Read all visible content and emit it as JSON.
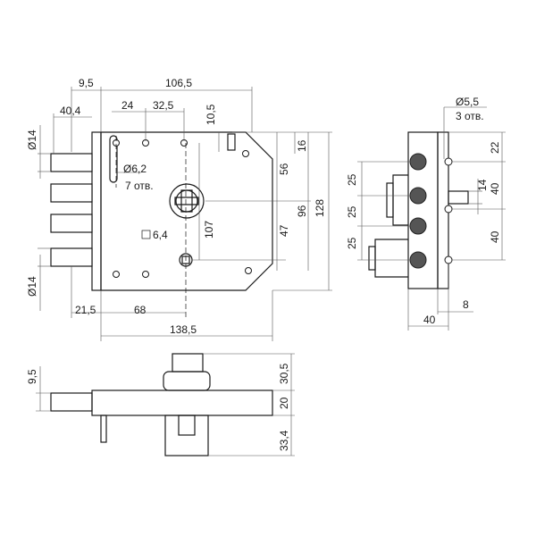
{
  "front_view": {
    "dims": {
      "d9_5": "9,5",
      "d106_5": "106,5",
      "d40_4": "40,4",
      "d24": "24",
      "d32_5": "32,5",
      "d10_5": "10,5",
      "d16": "16",
      "d56": "56",
      "d96": "96",
      "d128": "128",
      "d47": "47",
      "d107": "107",
      "dia14_top": "Ø14",
      "dia14_bottom": "Ø14",
      "dia6_2": "Ø6,2",
      "holes7": "7 отв.",
      "sq6_4": "6,4",
      "d21_5": "21,5",
      "d68": "68",
      "d138_5": "138,5"
    }
  },
  "side_view": {
    "dims": {
      "dia5_5": "Ø5,5",
      "holes3": "3 отв.",
      "d22": "22",
      "d14": "14",
      "d40_a": "40",
      "d40_b": "40",
      "d25_a": "25",
      "d25_b": "25",
      "d25_c": "25",
      "d40_bottom": "40",
      "d8": "8"
    }
  },
  "bottom_view": {
    "dims": {
      "d9_5": "9,5",
      "d30_5": "30,5",
      "d20": "20",
      "d33_4": "33,4"
    }
  },
  "colors": {
    "line": "#1a1a1a",
    "bolt_fill": "#555555",
    "background": "#ffffff"
  }
}
